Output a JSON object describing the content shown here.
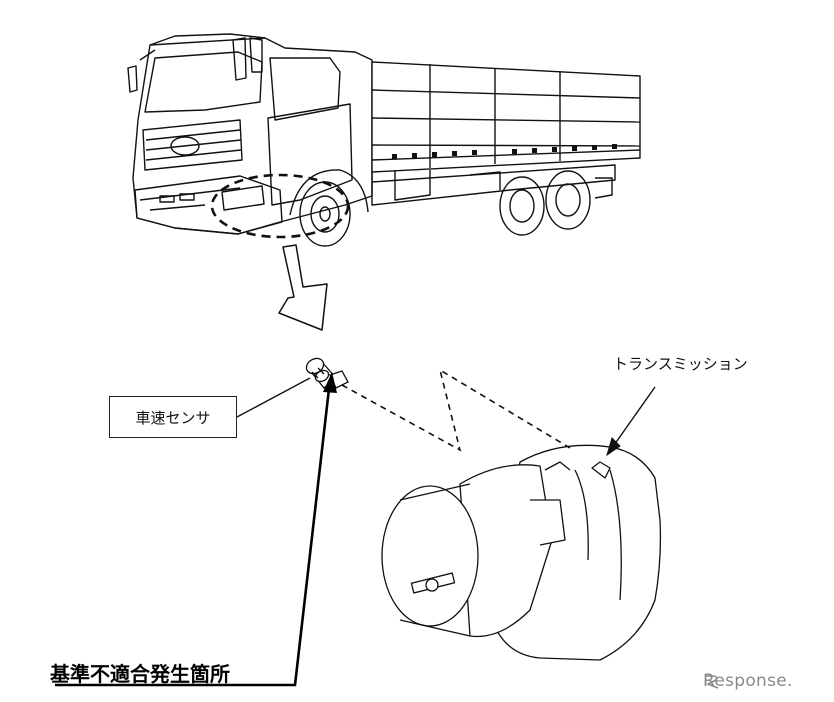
{
  "labels": {
    "speed_sensor": "車速センサ",
    "transmission": "トランスミッション",
    "defect_location": "基準不適合発生箇所"
  },
  "watermark": {
    "text": "Response."
  },
  "colors": {
    "line": "#111111",
    "logo": "#8a8a8a",
    "background": "#ffffff"
  }
}
